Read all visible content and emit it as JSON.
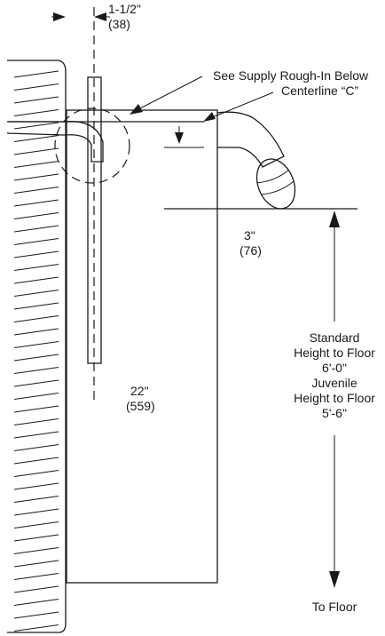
{
  "labels": {
    "offset_in": "1-1/2\"",
    "offset_mm": "(38)",
    "supply_note": "See Supply Rough-In Below",
    "centerline": "Centerline “C”",
    "spout_in": "3\"",
    "spout_mm": "(76)",
    "height_in": "22\"",
    "height_mm": "(559)",
    "standard_title_1": "Standard",
    "standard_title_2": "Height to Floor",
    "standard_value": "6'-0\"",
    "juvenile_title_1": "Juvenile",
    "juvenile_title_2": "Height to Floor",
    "juvenile_value": "5'-6\"",
    "to_floor": "To Floor"
  },
  "colors": {
    "ink": "#1a1a1a",
    "background": "#ffffff"
  }
}
